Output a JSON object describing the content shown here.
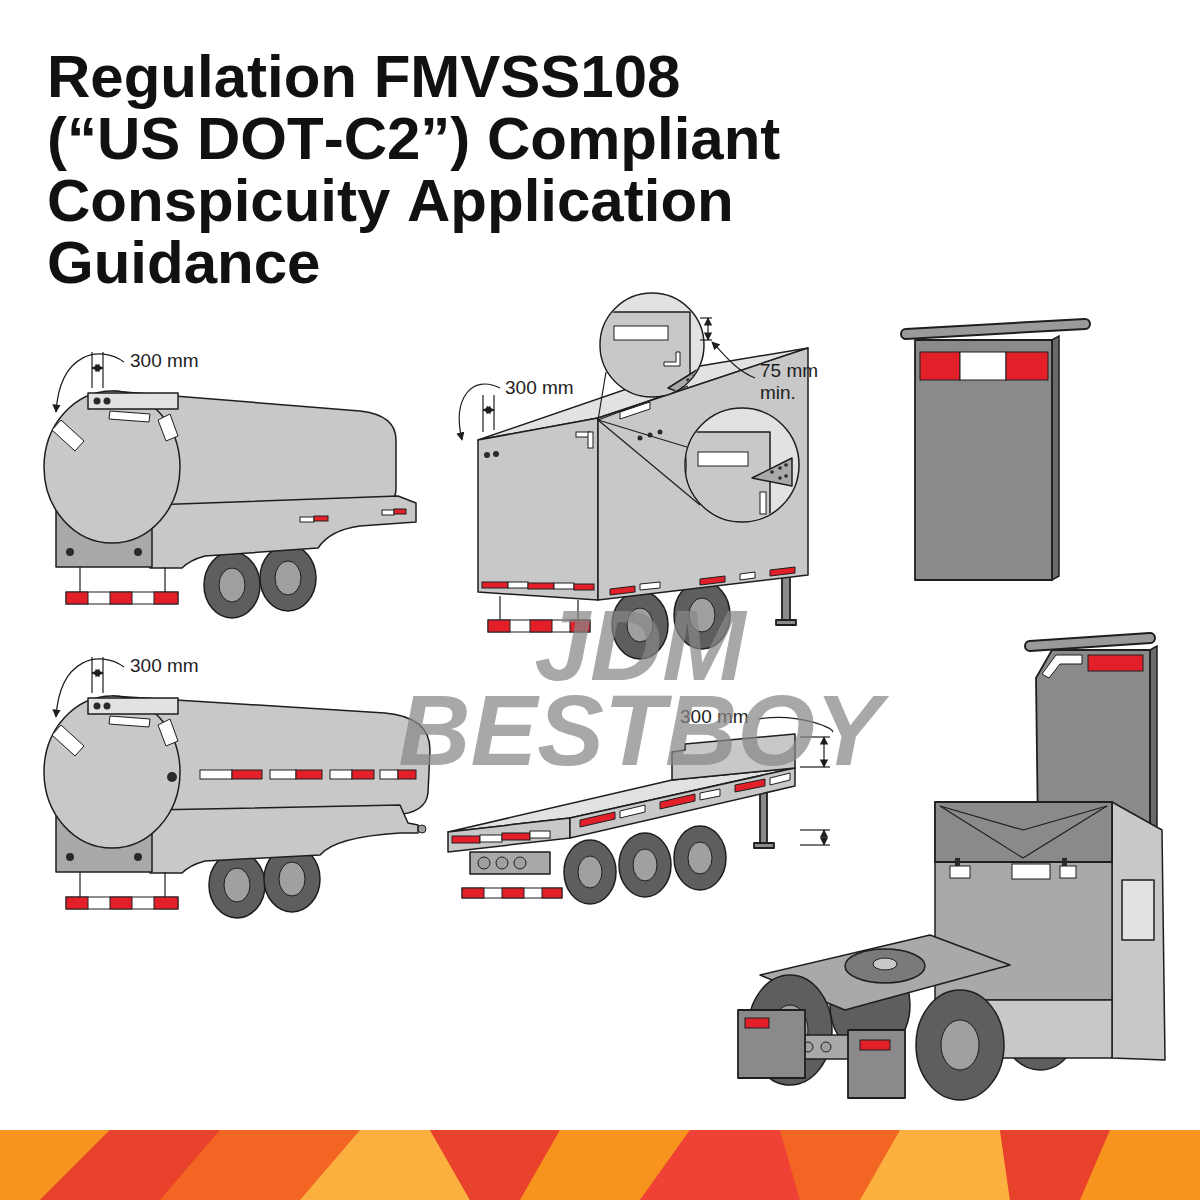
{
  "diagram": {
    "title": "Regulation FMVSS108 (“US DOT-C2”) Compliant Conspicuity Application Guidance",
    "labels": [
      "300 mm",
      "300 mm",
      "75 mm min.",
      "300 mm",
      "300 mm",
      "JDM BESTBOY"
    ]
  }
}
